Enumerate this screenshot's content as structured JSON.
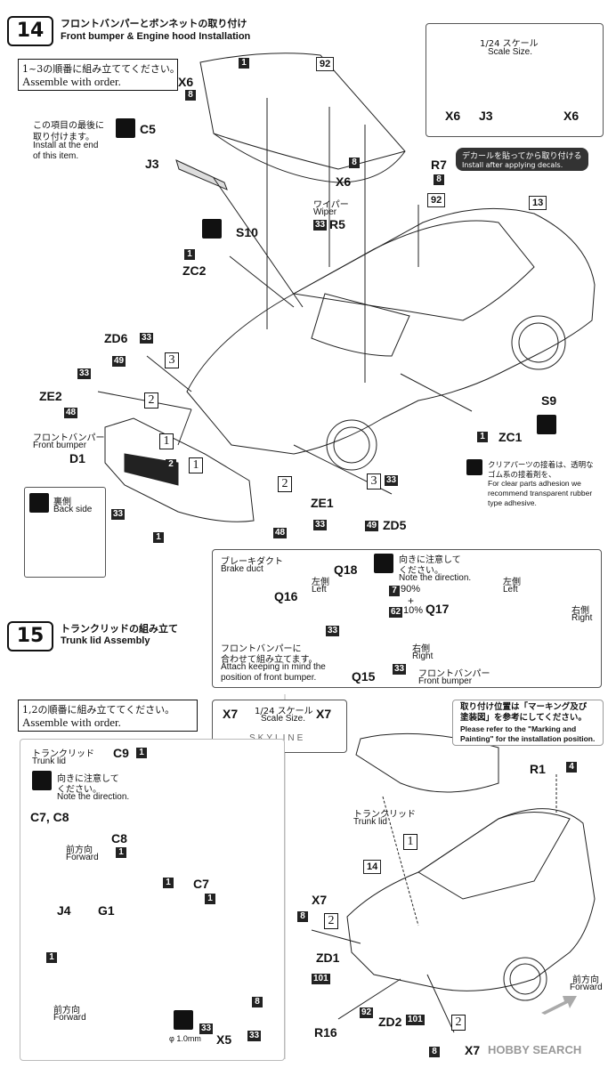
{
  "step14": {
    "number": "14",
    "title_jp": "フロントバンパーとボンネットの取り付け",
    "title_en": "Front bumper & Engine hood Installation",
    "order_jp": "1~3の順番に組み立ててください。",
    "order_en": "Assemble with order.",
    "note_jp_1": "この項目の最後に",
    "note_jp_2": "取り付けます。",
    "note_en_1": "Install at the end",
    "note_en_2": "of this item.",
    "scale_jp": "1/24 スケール",
    "scale_en": "Scale Size.",
    "decal_note_jp": "デカールを貼ってから取り付ける",
    "decal_note_en": "Install after applying decals.",
    "wiper_jp": "ワイパー",
    "wiper_en": "Wiper",
    "front_bumper_jp": "フロントバンパー",
    "front_bumper_en": "Front bumper",
    "back_side_jp": "裏側",
    "back_side_en": "Back side",
    "clear_jp_1": "クリアパーツの接着は、透明な",
    "clear_jp_2": "ゴム系の接着剤を、",
    "clear_en_1": "For clear parts adhesion we",
    "clear_en_2": "recommend transparent rubber",
    "clear_en_3": "type adhesive.",
    "brake_jp": "ブレーキダクト",
    "brake_en": "Brake duct",
    "direction_jp_1": "向きに注意して",
    "direction_jp_2": "ください。",
    "direction_en": "Note the direction.",
    "left_jp": "左側",
    "left_en": "Left",
    "right_jp": "右側",
    "right_en": "Right",
    "mix_1": "90%",
    "plus": "+",
    "mix_2": "10%",
    "attach_jp_1": "フロントバンパーに",
    "attach_jp_2": "合わせて組み立てます。",
    "attach_en_1": "Attach keeping in mind the",
    "attach_en_2": "position of front bumper.",
    "parts": {
      "x6": "X6",
      "c5": "C5",
      "j3": "J3",
      "r7": "R7",
      "r5": "R5",
      "s10": "S10",
      "zc2": "ZC2",
      "zd6": "ZD6",
      "ze2": "ZE2",
      "d1": "D1",
      "ze1": "ZE1",
      "zd5": "ZD5",
      "s9": "S9",
      "zc1": "ZC1",
      "q16": "Q16",
      "q18": "Q18",
      "q17": "Q17",
      "q15": "Q15"
    },
    "badges": {
      "b1": "1",
      "b8": "8",
      "b92": "92",
      "b13": "13",
      "b33": "33",
      "b49": "49",
      "b48": "48",
      "b2": "2",
      "b7": "7",
      "b62": "62"
    },
    "circled": {
      "c1": "1",
      "c2": "2",
      "c3": "3"
    }
  },
  "step15": {
    "number": "15",
    "title_jp": "トランクリッドの組み立て",
    "title_en": "Trunk lid Assembly",
    "order_jp": "1,2の順番に組み立ててください。",
    "order_en": "Assemble with order.",
    "scale_jp": "1/24 スケール",
    "scale_en": "Scale Size.",
    "skyline_text": "SKYLINE",
    "trunk_jp": "トランクリッド",
    "trunk_en": "Trunk lid",
    "direction_jp_1": "向きに注意して",
    "direction_jp_2": "ください。",
    "direction_en": "Note the direction.",
    "forward_jp": "前方向",
    "forward_en": "Forward",
    "phi": "φ 1.0mm",
    "position_jp_1": "取り付け位置は「マーキング及び",
    "position_jp_2": "塗装図」を参考にしてください。",
    "position_en_1": "Please refer to the \"Marking and",
    "position_en_2": "Painting\" for the installation position.",
    "parts": {
      "x7": "X7",
      "c9": "C9",
      "c7c8": "C7, C8",
      "c8": "C8",
      "c7": "C7",
      "j4": "J4",
      "g1": "G1",
      "x5": "X5",
      "r1": "R1",
      "zd1": "ZD1",
      "r16": "R16",
      "zd2": "ZD2"
    },
    "badges": {
      "b1": "1",
      "b8": "8",
      "b33": "33",
      "b4": "4",
      "b14": "14",
      "b101": "101",
      "b92": "92"
    },
    "circled": {
      "c1": "1",
      "c2": "2"
    }
  },
  "watermark": "HOBBY SEARCH"
}
